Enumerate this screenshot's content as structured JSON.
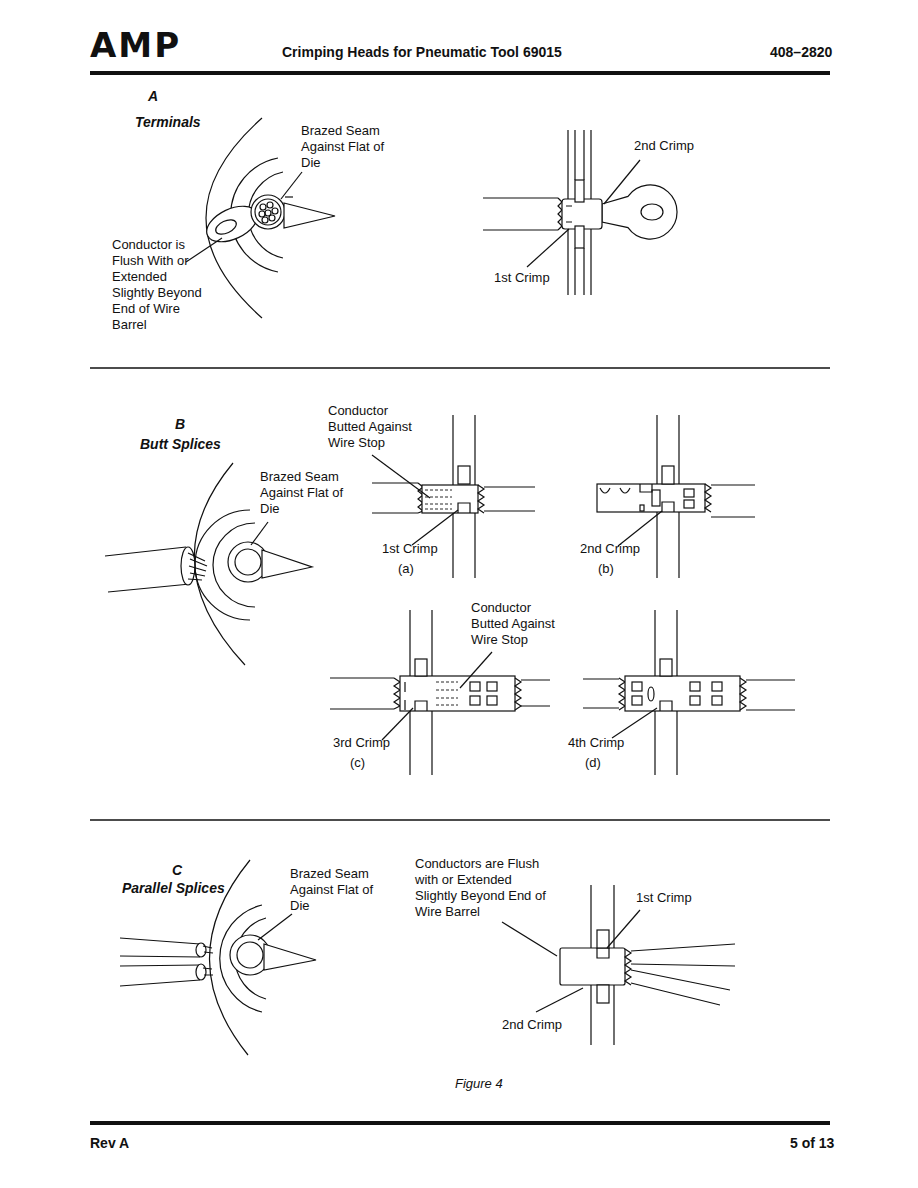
{
  "diagram": {
    "title": "Crimping Heads for Pneumatic Tool 69015",
    "caption": "Figure 4",
    "labels": [
      "AMP",
      "408–2820",
      "A",
      "Terminals",
      "Brazed Seam Against Flat of Die",
      "Conductor is Flush With or Extended Slightly Beyond End of Wire Barrel",
      "2nd Crimp",
      "1st Crimp",
      "B",
      "Butt Splices",
      "Brazed Seam Against Flat of Die",
      "Conductor Butted Against Wire Stop",
      "1st Crimp",
      "(a)",
      "2nd Crimp",
      "(b)",
      "Conductor Butted Against Wire Stop",
      "3rd Crimp",
      "(c)",
      "4th Crimp",
      "(d)",
      "C",
      "Parallel Splices",
      "Brazed Seam Against Flat of Die",
      "Conductors are Flush with or Extended Slightly Beyond End of Wire Barrel",
      "1st Crimp",
      "2nd Crimp",
      "Rev A",
      "5 of 13"
    ]
  }
}
